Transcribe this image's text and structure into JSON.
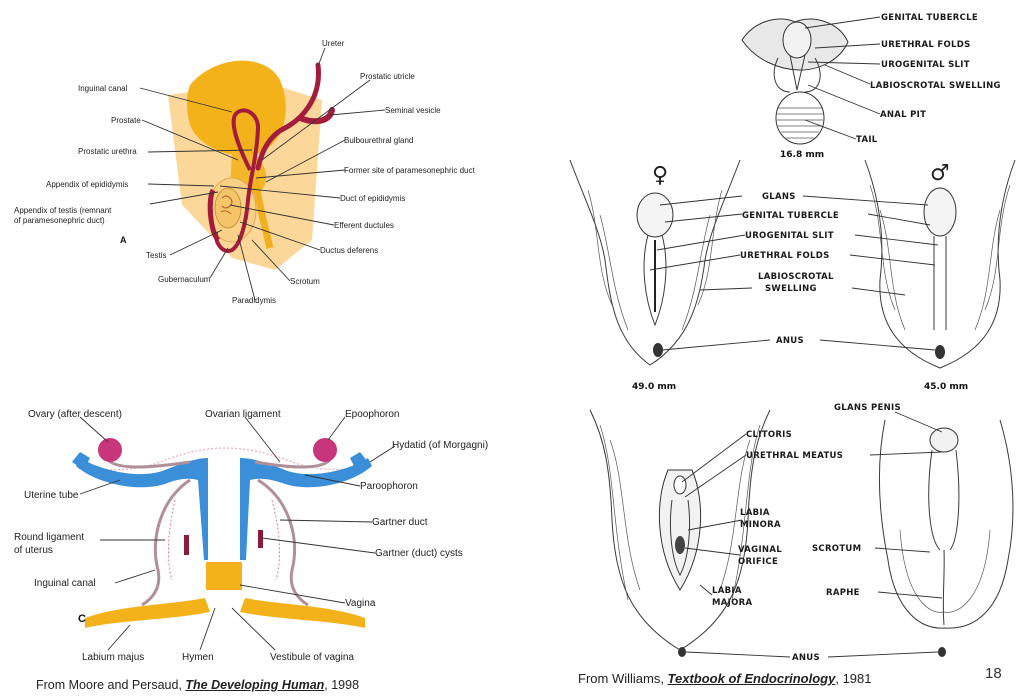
{
  "panelA": {
    "letter": "A",
    "labels": {
      "ureter": "Ureter",
      "prostatic_utricle": "Prostatic utricle",
      "inguinal_canal": "Inguinal canal",
      "seminal_vesicle": "Seminal vesicle",
      "prostate": "Prostate",
      "bulbourethral_gland": "Bulbourethral gland",
      "prostatic_urethra": "Prostatic urethra",
      "former_site": "Former site of paramesonephric duct",
      "appendix_epididymis": "Appendix of epididymis",
      "duct_epididymis": "Duct of epididymis",
      "appendix_testis_1": "Appendix of testis (remnant",
      "appendix_testis_2": "of paramesonephric duct)",
      "efferent_ductules": "Efferent ductules",
      "ductus_deferens": "Ductus deferens",
      "testis": "Testis",
      "scrotum": "Scrotum",
      "gubernaculum": "Gubernaculum",
      "paradidymis": "Paradidymis"
    }
  },
  "panelC": {
    "letter": "C",
    "labels": {
      "ovary": "Ovary (after descent)",
      "ovarian_ligament": "Ovarian ligament",
      "epoophoron": "Epoophoron",
      "hydatid": "Hydatid (of Morgagni)",
      "uterine_tube": "Uterine tube",
      "paroophoron": "Paroophoron",
      "gartner_duct": "Gartner duct",
      "round_ligament_1": "Round ligament",
      "round_ligament_2": "of uterus",
      "gartner_cysts": "Gartner (duct) cysts",
      "inguinal_canal": "Inguinal canal",
      "vagina": "Vagina",
      "labium_majus": "Labium majus",
      "hymen": "Hymen",
      "vestibule": "Vestibule of vagina"
    }
  },
  "panelTop": {
    "labels": {
      "genital_tubercle": "GENITAL TUBERCLE",
      "urethral_folds": "URETHRAL FOLDS",
      "urogenital_slit": "UROGENITAL SLIT",
      "labioscrotal": "LABIOSCROTAL SWELLING",
      "anal_pit": "ANAL PIT",
      "tail": "TAIL"
    },
    "size": "16.8 mm"
  },
  "panelMid": {
    "female_symbol": "♀",
    "male_symbol": "♂",
    "labels": {
      "glans": "GLANS",
      "genital_tubercle": "GENITAL TUBERCLE",
      "urogenital_slit": "UROGENITAL SLIT",
      "urethral_folds": "URETHRAL FOLDS",
      "labioscrotal_1": "LABIOSCROTAL",
      "labioscrotal_2": "SWELLING",
      "anus": "ANUS"
    },
    "size_left": "49.0 mm",
    "size_right": "45.0 mm"
  },
  "panelBottom": {
    "labels": {
      "glans_penis": "GLANS PENIS",
      "clitoris": "CLITORIS",
      "urethral_meatus": "URETHRAL MEATUS",
      "labia_minora_1": "LABIA",
      "labia_minora_2": "MINORA",
      "vaginal_orifice_1": "VAGINAL",
      "vaginal_orifice_2": "ORIFICE",
      "scrotum": "SCROTUM",
      "labia_majora_1": "LABIA",
      "labia_majora_2": "MAJORA",
      "raphe": "RAPHE",
      "anus": "ANUS"
    }
  },
  "captions": {
    "left_prefix": "From Moore and Persaud, ",
    "left_title": "The Developing Human",
    "left_suffix": ", 1998",
    "right_prefix": "From Williams, ",
    "right_title": "Textbook of Endocrinology",
    "right_suffix": ", 1981",
    "page_number": "18"
  },
  "colors": {
    "skin": "#f9cf88",
    "gold": "#f3b21a",
    "duct": "#a31c3c",
    "uterus": "#3b8fd8",
    "ovary": "#c8357a",
    "ligament": "#b09098"
  }
}
